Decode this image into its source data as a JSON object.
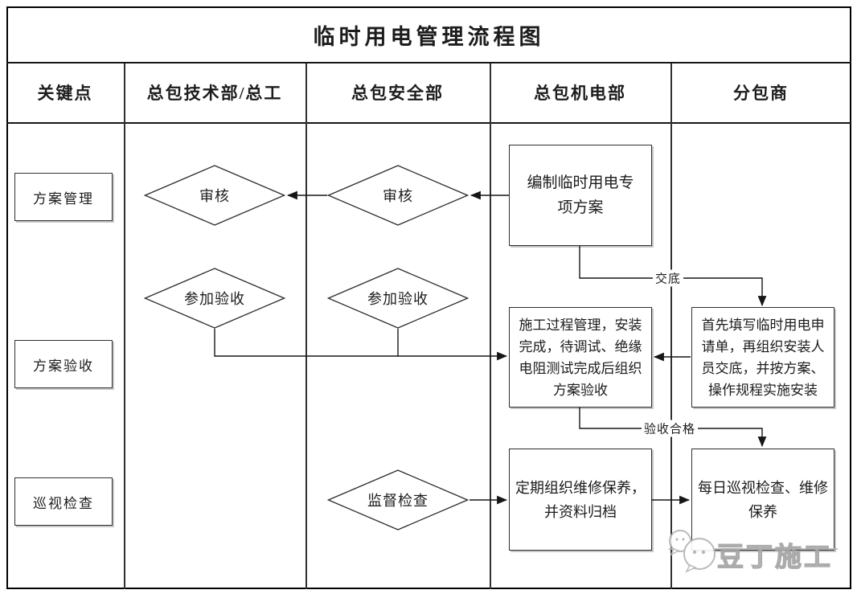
{
  "title": "临时用电管理流程图",
  "columns": [
    "关键点",
    "总包技术部/总工",
    "总包安全部",
    "总包机电部",
    "分包商"
  ],
  "key_points": [
    {
      "label": "方案管理"
    },
    {
      "label": "方案验收"
    },
    {
      "label": "巡视检查"
    }
  ],
  "nodes": {
    "review_tech": "审核",
    "review_safety": "审核",
    "join_acceptance_tech": "参加验收",
    "join_acceptance_safety": "参加验收",
    "supervise_check": "监督检查",
    "prepare_plan": "编制临时用电专项方案",
    "process_manage": "施工过程管理，安装完成，待调试、绝缘电阻测试完成后组织方案验收",
    "apply_install": "首先填写临时用电申请单，再组织安装人员交底，并按方案、操作规程实施安装",
    "periodic_maintain": "定期组织维修保养，并资料归档",
    "daily_patrol": "每日巡视检查、维修保养"
  },
  "edge_labels": {
    "handover": "交底",
    "acceptance_pass": "验收合格"
  },
  "watermark": {
    "text": "豆丁施工"
  },
  "colors": {
    "line": "#161616",
    "border": "#000000",
    "watermark_gray": "#b0b0b0",
    "background": "#ffffff"
  }
}
